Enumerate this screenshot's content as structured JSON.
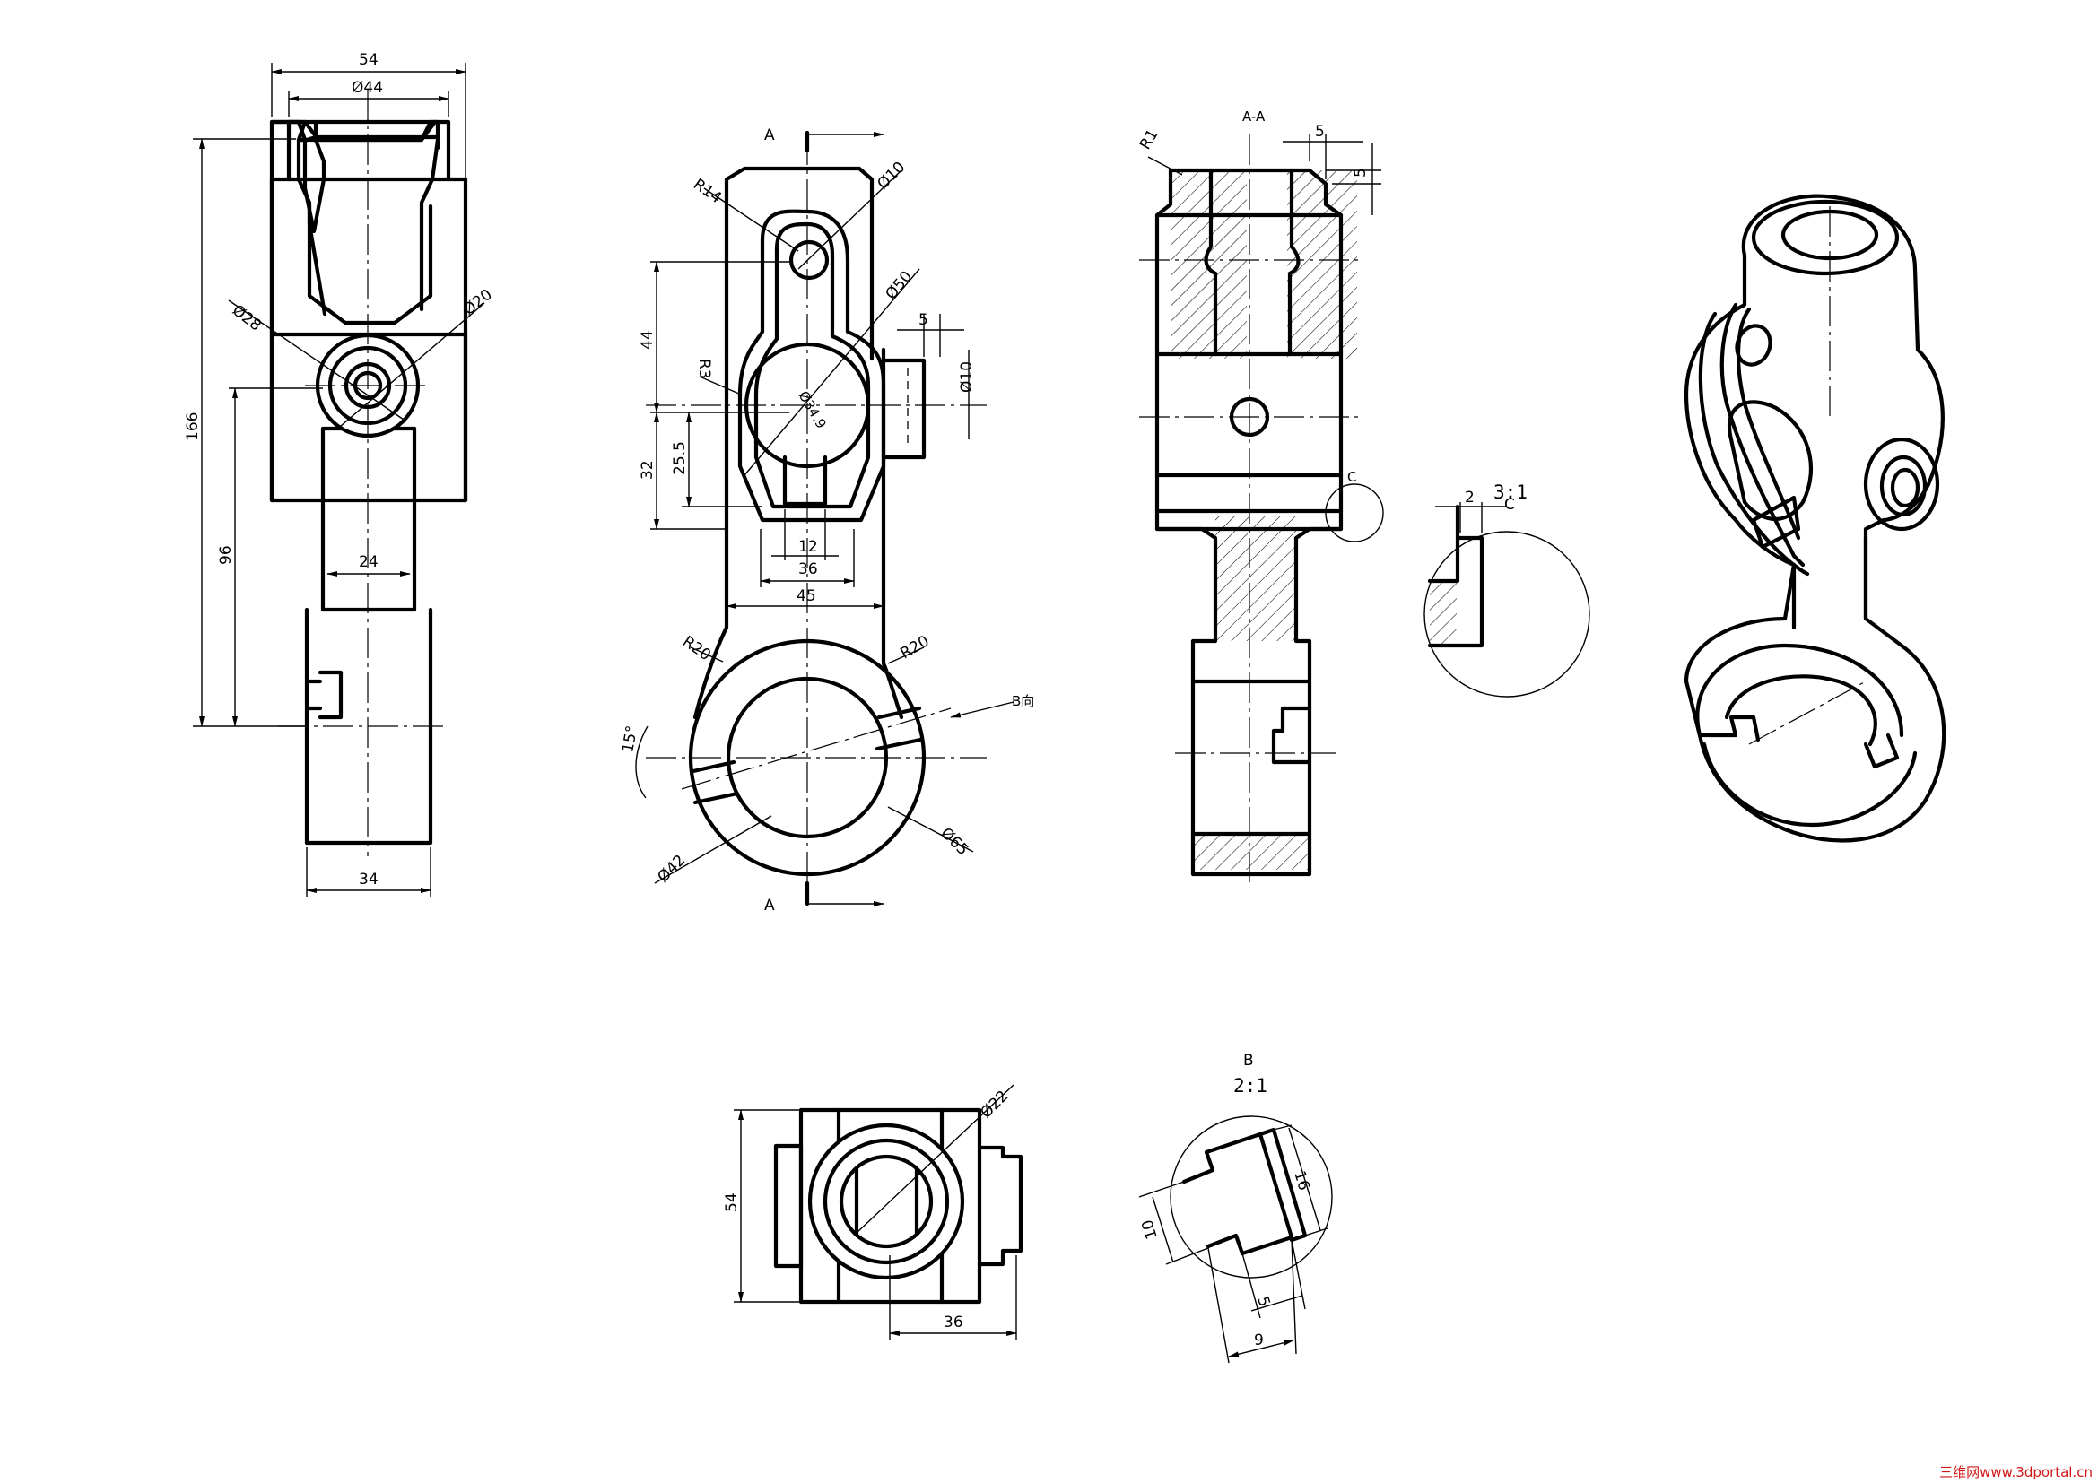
{
  "view_labels": {
    "section_a_top": "A",
    "section_a_bottom": "A",
    "section_aa_title": "A-A",
    "detail_b_title": "B",
    "detail_b_scale": "2:1",
    "detail_c_title": "C",
    "detail_c_scale": "3:1",
    "detail_c_marker": "C",
    "view_b_arrow": "B向"
  },
  "front_view": {
    "dim_overall_width": "54",
    "dim_top_diameter": "Ø44",
    "dim_boss_outer": "Ø28",
    "dim_boss_inner": "Ø20",
    "dim_total_height": "166",
    "dim_center_height": "96",
    "dim_arm_width": "24",
    "dim_bottom_width": "34"
  },
  "side_view": {
    "dim_r14": "R14",
    "dim_hole": "Ø10",
    "dim_d50": "Ø50",
    "dim_44": "44",
    "dim_r3": "R3",
    "dim_d34": "Ø34.9",
    "dim_5": "5",
    "dim_side_hole": "Ø10",
    "dim_32": "32",
    "dim_25_5": "25.5",
    "dim_12": "12",
    "dim_36": "36",
    "dim_45": "45",
    "dim_r20_left": "R20",
    "dim_r20_right": "R20",
    "dim_angle": "15°",
    "dim_d42": "Ø42",
    "dim_d65": "Ø65"
  },
  "section_view": {
    "dim_r1": "R1",
    "dim_5_top": "5",
    "dim_5_side": "5"
  },
  "detail_c": {
    "dim_2": "2"
  },
  "bottom_view": {
    "dim_d22": "Ø22",
    "dim_54": "54",
    "dim_36": "36"
  },
  "detail_b": {
    "dim_16": "16",
    "dim_10": "10",
    "dim_5": "5",
    "dim_9": "9"
  },
  "watermark": "三维网www.3dportal.cn"
}
